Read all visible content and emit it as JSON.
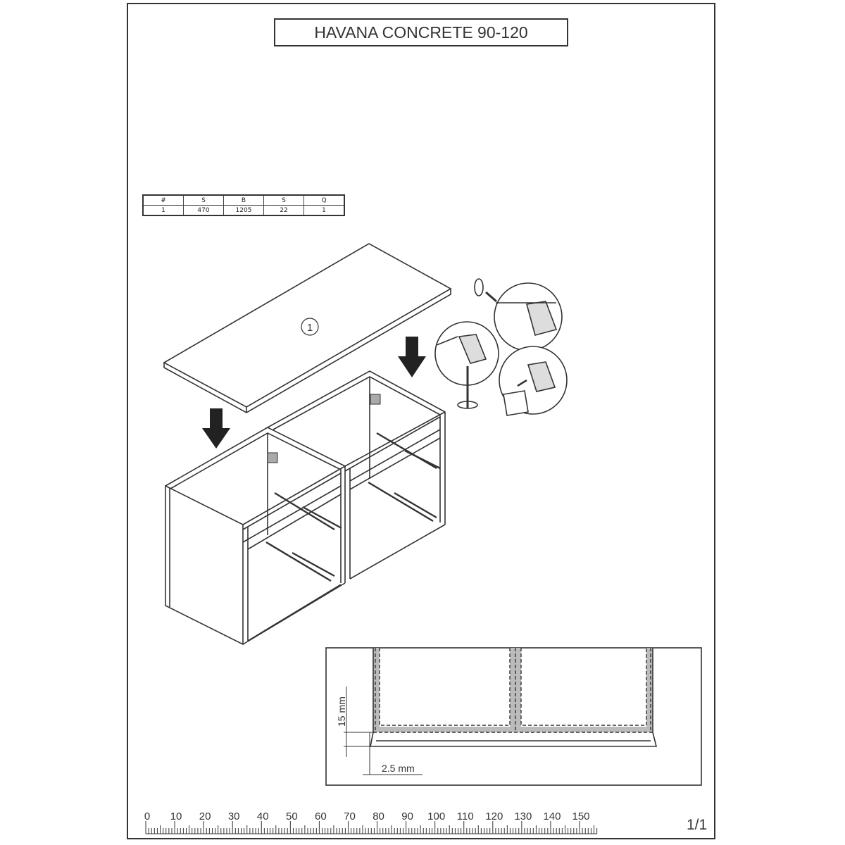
{
  "title": "HAVANA CONCRETE 90-120",
  "parts_table": {
    "headers": [
      "#",
      "S",
      "B",
      "S",
      "Q"
    ],
    "rows": [
      [
        "1",
        "470",
        "1205",
        "22",
        "1"
      ]
    ]
  },
  "part_callout": "1",
  "dimensions": {
    "vertical": "15 mm",
    "horizontal": "2.5 mm"
  },
  "ruler": {
    "labels": [
      "0",
      "10",
      "20",
      "30",
      "40",
      "50",
      "60",
      "70",
      "80",
      "90",
      "100",
      "110",
      "120",
      "130",
      "140",
      "150"
    ],
    "unit_max_mm": 150
  },
  "page_number": "1/1"
}
